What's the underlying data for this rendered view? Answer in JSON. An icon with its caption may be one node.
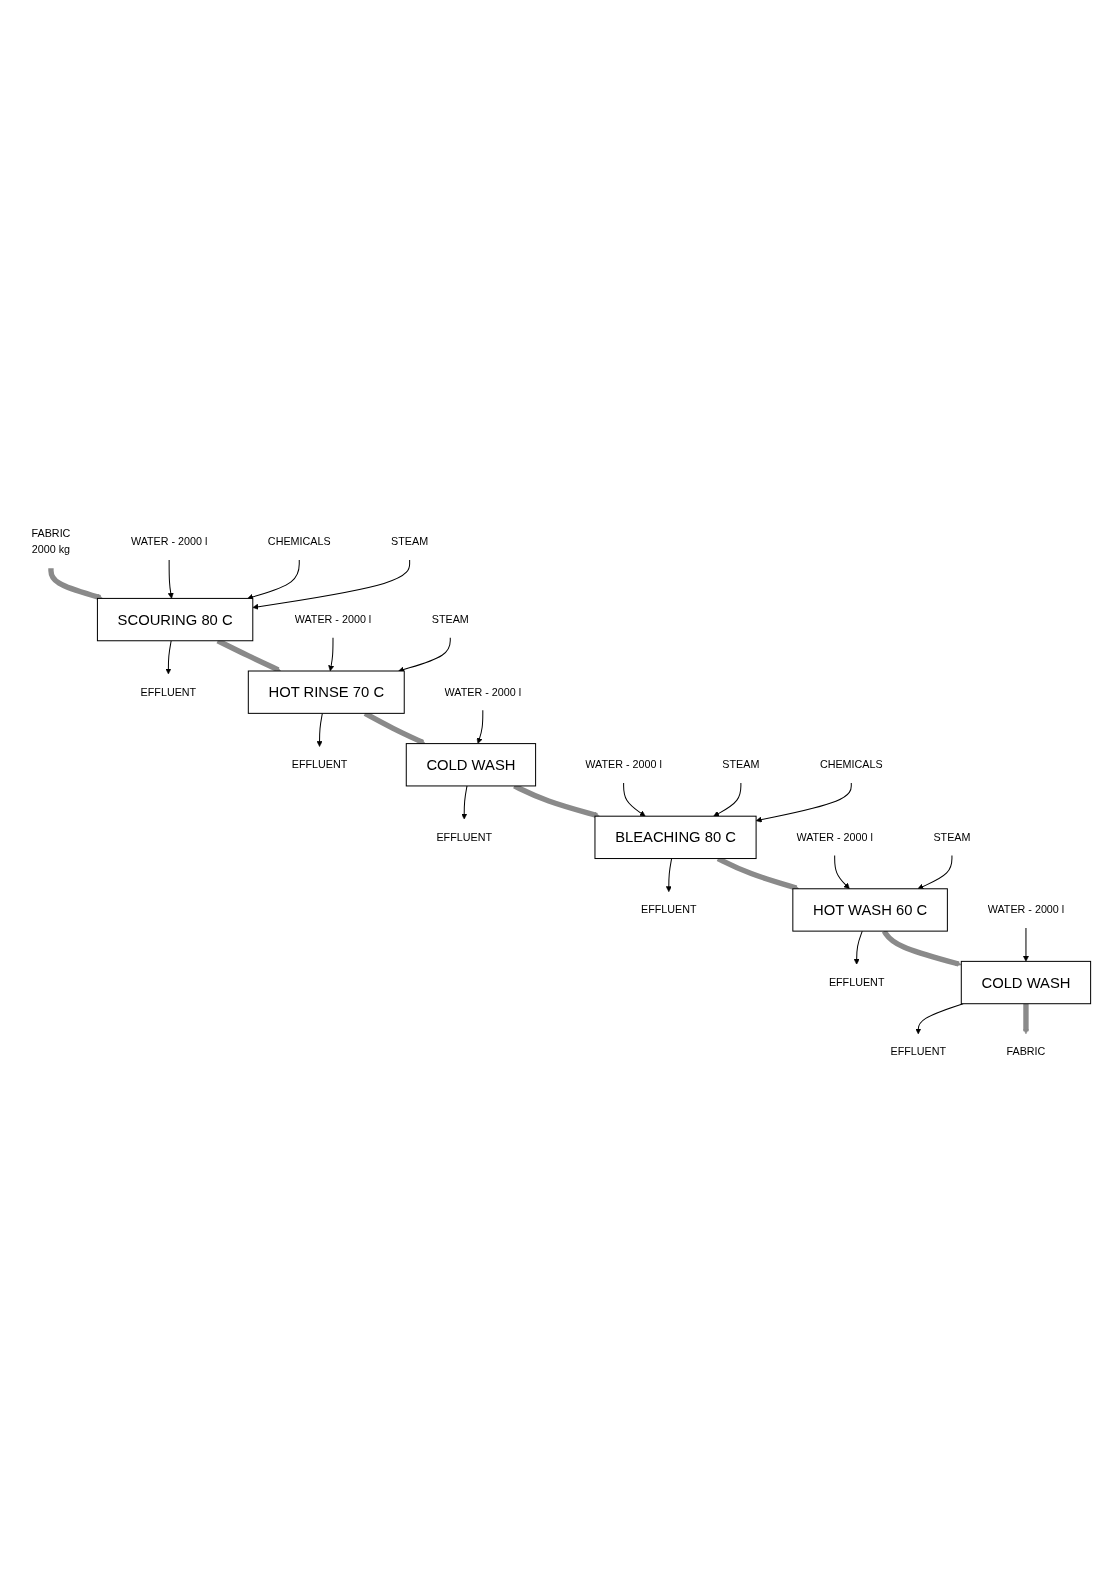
{
  "diagram": {
    "nodes": [
      {
        "text": [
          "FABRIC",
          "2000 kg"
        ]
      },
      {
        "text": [
          "WATER - 2000 l"
        ]
      },
      {
        "text": [
          "CHEMICALS"
        ]
      },
      {
        "text": [
          "SCOURING 80 C"
        ]
      },
      {
        "text": [
          "EFFLUENT"
        ]
      },
      {
        "text": [
          "STEAM"
        ]
      },
      {
        "text": [
          "WATER - 2000 l"
        ]
      },
      {
        "text": [
          "STEAM"
        ]
      },
      {
        "text": [
          "HOT RINSE 70 C"
        ]
      },
      {
        "text": [
          "EFFLUENT"
        ]
      },
      {
        "text": [
          "WATER - 2000 l"
        ]
      },
      {
        "text": [
          "COLD WASH"
        ]
      },
      {
        "text": [
          "EFFLUENT"
        ]
      },
      {
        "text": [
          "WATER - 2000 l"
        ]
      },
      {
        "text": [
          "STEAM"
        ]
      },
      {
        "text": [
          "BLEACHING 80 C"
        ]
      },
      {
        "text": [
          "EFFLUENT"
        ]
      },
      {
        "text": [
          "CHEMICALS"
        ]
      },
      {
        "text": [
          "WATER - 2000 l"
        ]
      },
      {
        "text": [
          "STEAM"
        ]
      },
      {
        "text": [
          "HOT WASH 60 C"
        ]
      },
      {
        "text": [
          "EFFLUENT"
        ]
      },
      {
        "text": [
          "WATER - 2000 l"
        ]
      },
      {
        "text": [
          "COLD WASH"
        ]
      },
      {
        "text": [
          "EFFLUENT"
        ]
      },
      {
        "text": [
          "FABRIC"
        ]
      }
    ],
    "edges": [
      {
        "from": 0,
        "to": 3,
        "arrow": "to",
        "style": "thick",
        "color": "#8a8a8a"
      },
      {
        "from": 1,
        "to": 3,
        "arrow": "to"
      },
      {
        "from": 2,
        "to": 3,
        "arrow": "to"
      },
      {
        "from": 3,
        "to": 4,
        "arrow": "to"
      },
      {
        "from": 5,
        "to": 3,
        "arrow": "to"
      },
      {
        "from": 3,
        "to": 8,
        "arrow": "to",
        "style": "thick",
        "color": "#8a8a8a"
      },
      {
        "from": 6,
        "to": 8,
        "arrow": "to"
      },
      {
        "from": 7,
        "to": 8,
        "arrow": "to"
      },
      {
        "from": 8,
        "to": 9,
        "arrow": "to"
      },
      {
        "from": 8,
        "to": 11,
        "arrow": "to",
        "style": "thick",
        "color": "#8a8a8a"
      },
      {
        "from": 10,
        "to": 11,
        "arrow": "to"
      },
      {
        "from": 11,
        "to": 12,
        "arrow": "to"
      },
      {
        "from": 11,
        "to": 15,
        "arrow": "to",
        "style": "thick",
        "color": "#8a8a8a"
      },
      {
        "from": 13,
        "to": 15,
        "arrow": "to"
      },
      {
        "from": 14,
        "to": 15,
        "arrow": "to"
      },
      {
        "from": 15,
        "to": 16,
        "arrow": "to"
      },
      {
        "from": 17,
        "to": 15,
        "arrow": "to"
      },
      {
        "from": 15,
        "to": 20,
        "arrow": "to",
        "style": "thick",
        "color": "#8a8a8a"
      },
      {
        "from": 18,
        "to": 20,
        "arrow": "to"
      },
      {
        "from": 19,
        "to": 20,
        "arrow": "to"
      },
      {
        "from": 20,
        "to": 21,
        "arrow": "to"
      },
      {
        "from": 20,
        "to": 23,
        "arrow": "to",
        "style": "thick",
        "color": "#8a8a8a"
      },
      {
        "from": 22,
        "to": 23,
        "arrow": "to"
      },
      {
        "from": 23,
        "to": 24,
        "arrow": "to"
      },
      {
        "from": 23,
        "to": 25,
        "arrow": "to",
        "style": "thick",
        "color": "#8a8a8a"
      }
    ]
  }
}
